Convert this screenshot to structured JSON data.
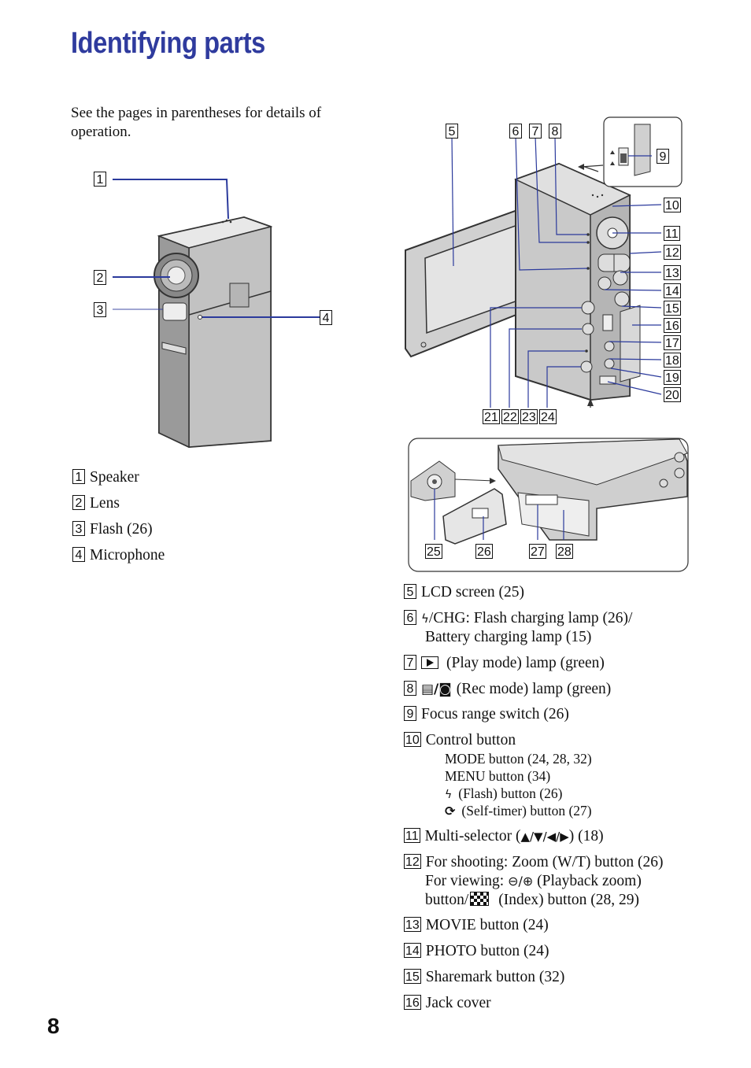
{
  "page": {
    "title": "Identifying parts",
    "intro": "See the pages in parentheses for details of operation.",
    "page_number": "8"
  },
  "front_callouts": [
    "1",
    "2",
    "3",
    "4"
  ],
  "back_callouts": [
    "5",
    "6",
    "7",
    "8",
    "9",
    "10",
    "11",
    "12",
    "13",
    "14",
    "15",
    "16",
    "17",
    "18",
    "19",
    "20",
    "21",
    "22",
    "23",
    "24",
    "25",
    "26",
    "27",
    "28"
  ],
  "front_legend": [
    {
      "num": "1",
      "label": "Speaker"
    },
    {
      "num": "2",
      "label": "Lens"
    },
    {
      "num": "3",
      "label": "Flash (26)"
    },
    {
      "num": "4",
      "label": "Microphone"
    }
  ],
  "back_legend": [
    {
      "num": "5",
      "label": "LCD screen (25)"
    },
    {
      "num": "6",
      "line1": "/CHG: Flash charging lamp (26)/",
      "line2": "Battery charging lamp (15)",
      "icon": "flash-icon"
    },
    {
      "num": "7",
      "label": "(Play mode) lamp (green)",
      "icon": "play-mode-icon"
    },
    {
      "num": "8",
      "label": "(Rec mode) lamp (green)",
      "icon": "movie-camera-icon"
    },
    {
      "num": "9",
      "label": "Focus range switch (26)"
    },
    {
      "num": "10",
      "label": "Control button",
      "sub": [
        "MODE button (24, 28, 32)",
        "MENU button (34)",
        "(Flash) button (26)",
        "(Self-timer) button (27)"
      ]
    },
    {
      "num": "11",
      "label_pre": "Multi-selector (",
      "arrows": "▲/▼/◀/▶",
      "label_post": ") (18)"
    },
    {
      "num": "12",
      "line1": "For shooting: Zoom (W/T) button (26)",
      "line2_pre": "For viewing:",
      "line2_post": "(Playback zoom)",
      "line3_pre": "button/",
      "line3_post": "(Index) button (28, 29)"
    },
    {
      "num": "13",
      "label": "MOVIE button (24)"
    },
    {
      "num": "14",
      "label": "PHOTO button (24)"
    },
    {
      "num": "15",
      "label": "Sharemark button (32)"
    },
    {
      "num": "16",
      "label": "Jack cover"
    }
  ],
  "colors": {
    "title": "#2f3b9e",
    "callout_line": "#2b3a9c",
    "device_body": "#c8c8c8",
    "device_dark": "#6e6e6e"
  }
}
